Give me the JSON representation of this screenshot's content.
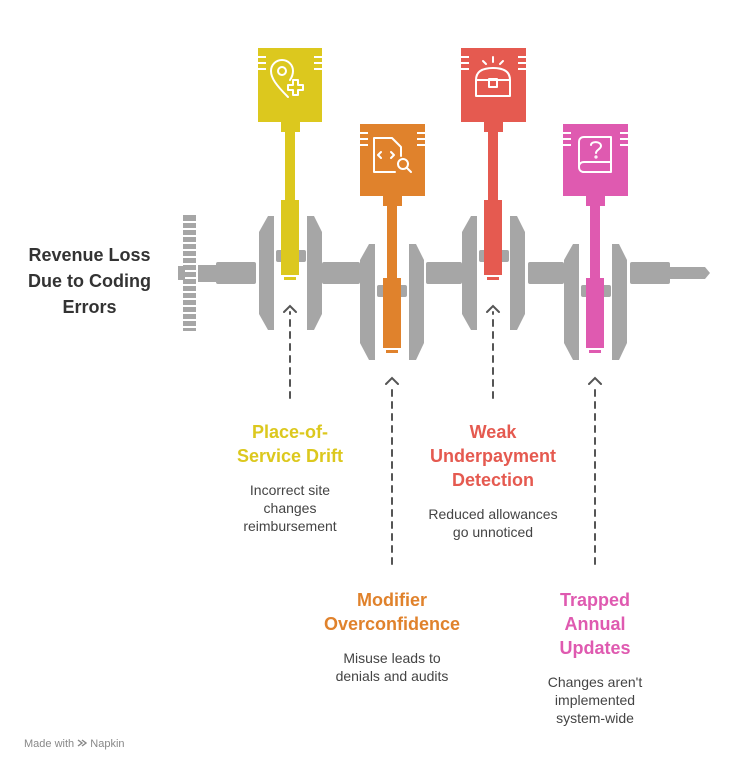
{
  "title": "Revenue Loss Due to Coding Errors",
  "colors": {
    "yellow": "#dcc81e",
    "orange": "#e0822c",
    "red": "#e55a50",
    "pink": "#df5ab0",
    "gray": "#a6a6a6",
    "dark_gray": "#888888"
  },
  "causes": [
    {
      "title": "Place-of-Service Drift",
      "title_lines": [
        "Place-of-",
        "Service Drift"
      ],
      "description_lines": [
        "Incorrect site",
        "changes",
        "reimbursement"
      ],
      "icon": "location-plus-icon"
    },
    {
      "title": "Modifier Overconfidence",
      "title_lines": [
        "Modifier",
        "Overconfidence"
      ],
      "description_lines": [
        "Misuse leads to",
        "denials and audits"
      ],
      "icon": "code-document-search-icon"
    },
    {
      "title": "Weak Underpayment Detection",
      "title_lines": [
        "Weak",
        "Underpayment",
        "Detection"
      ],
      "description_lines": [
        "Reduced allowances",
        "go unnoticed"
      ],
      "icon": "treasure-chest-icon"
    },
    {
      "title": "Trapped Annual Updates",
      "title_lines": [
        "Trapped",
        "Annual",
        "Updates"
      ],
      "description_lines": [
        "Changes aren't",
        "implemented",
        "system-wide"
      ],
      "icon": "question-book-icon"
    }
  ],
  "footer": {
    "made_with": "Made with",
    "brand": "Napkin"
  }
}
